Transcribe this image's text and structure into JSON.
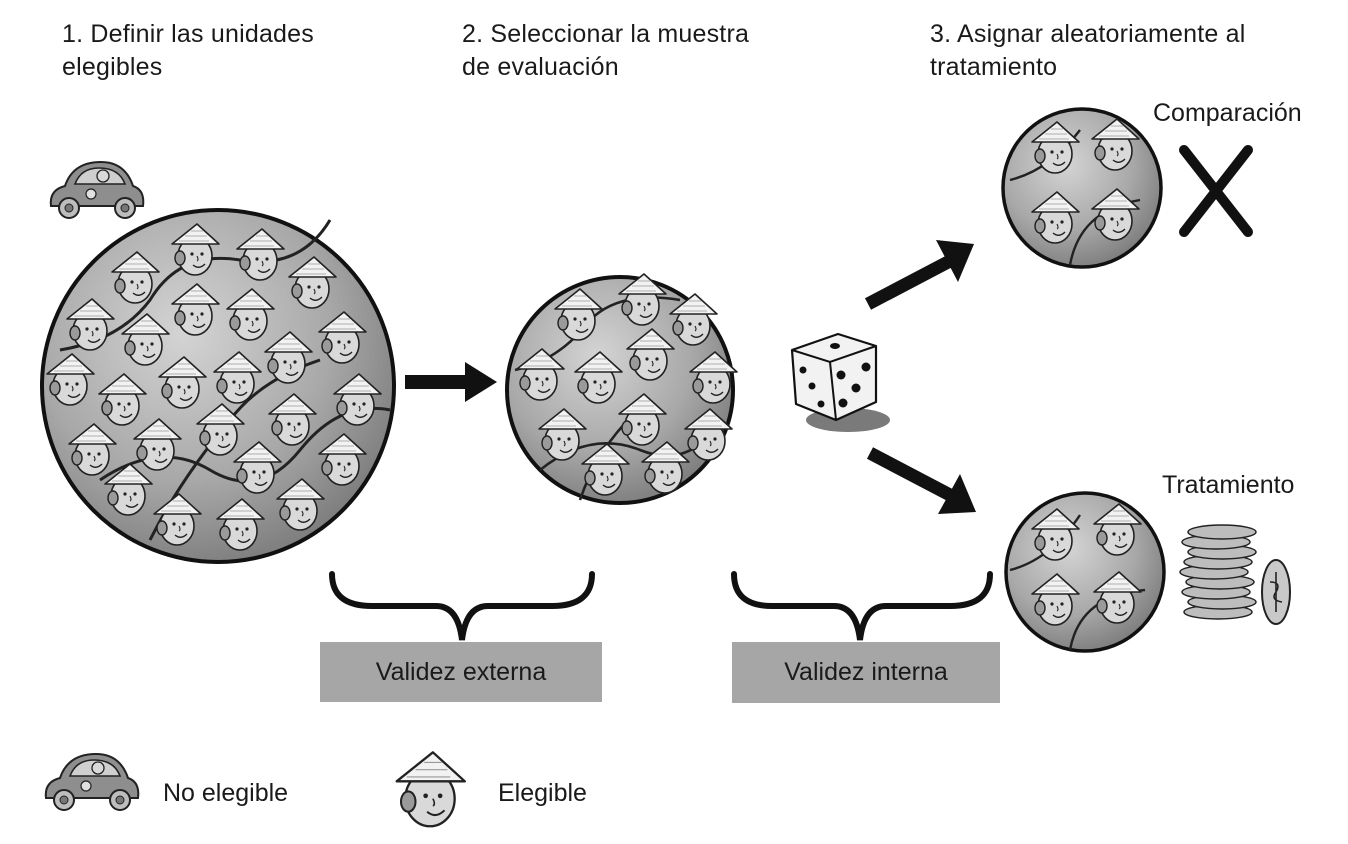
{
  "steps": {
    "step1": "1. Definir las unidades\nelegibles",
    "step2": "2. Seleccionar la muestra\nde evaluación",
    "step3": "3. Asignar aleatoriamente al\ntratamiento"
  },
  "groups": {
    "comparison": "Comparación",
    "treatment": "Tratamiento"
  },
  "validity": {
    "external": "Validez externa",
    "internal": "Validez interna"
  },
  "legend": {
    "not_eligible": "No elegible",
    "eligible": "Elegible"
  }
}
